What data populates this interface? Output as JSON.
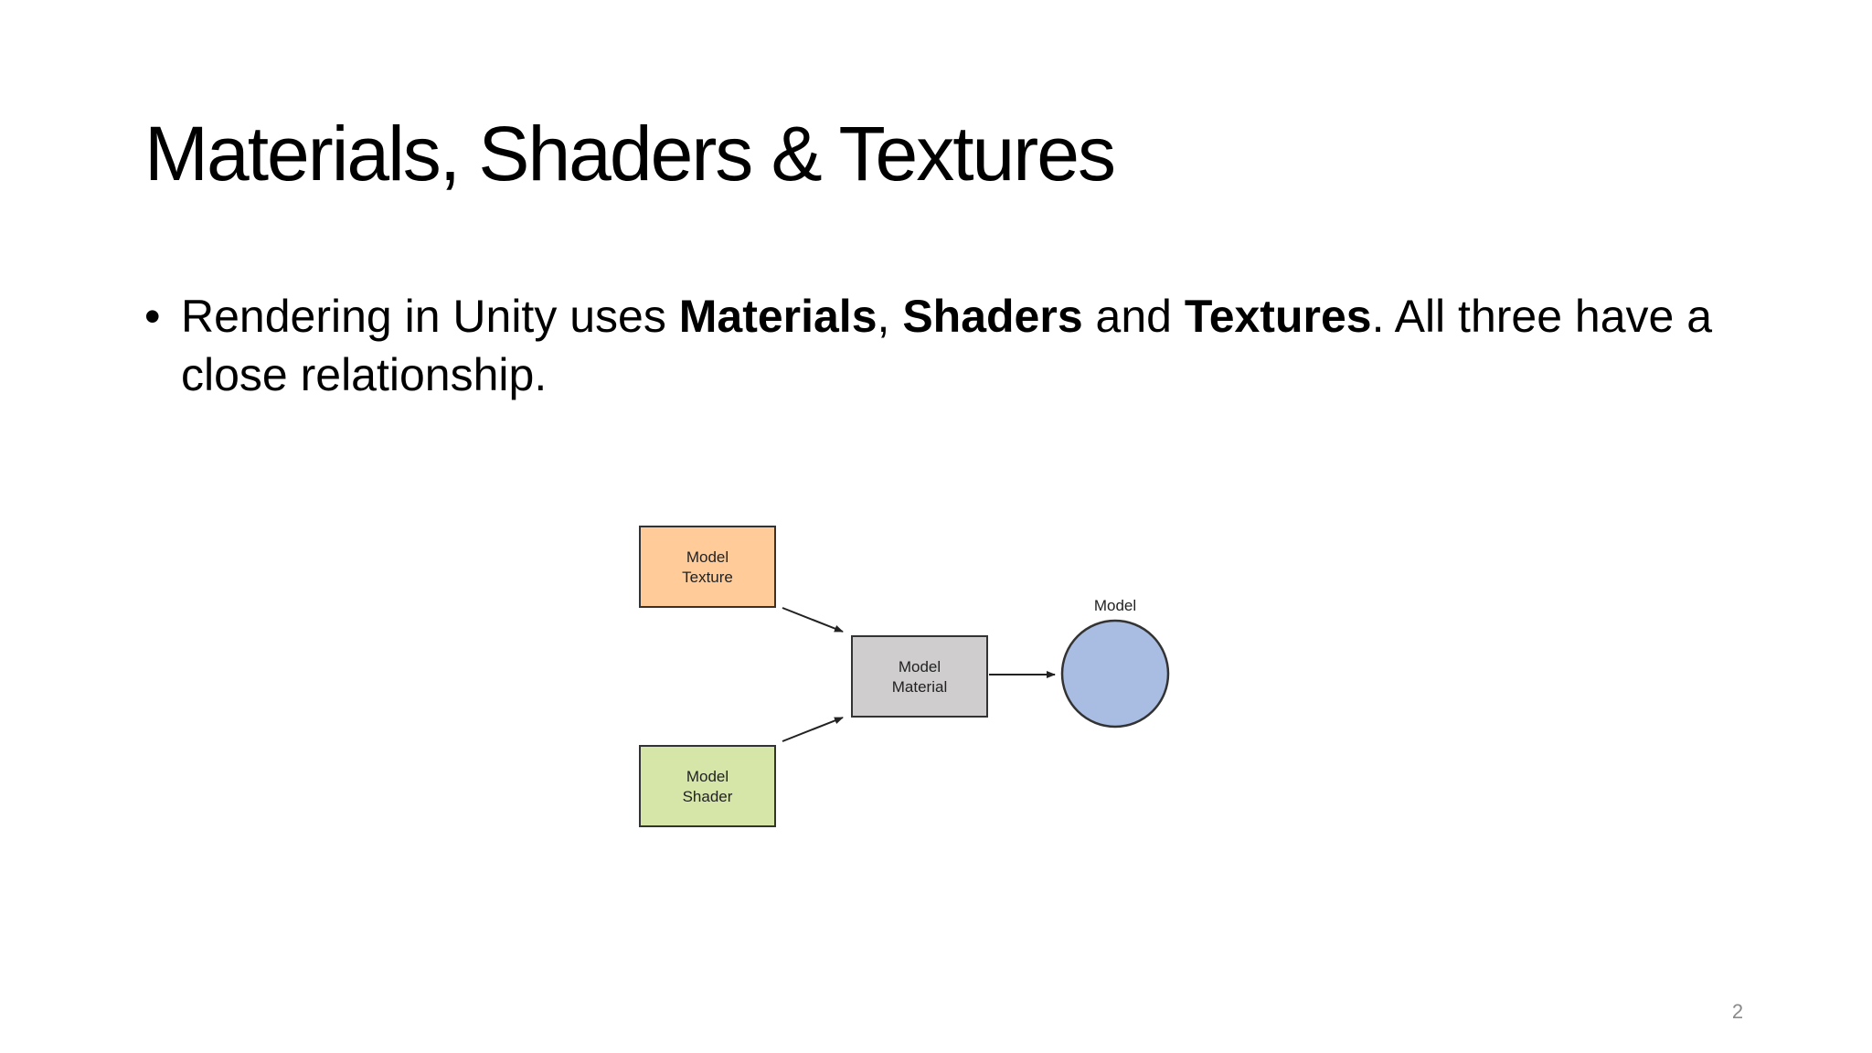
{
  "slide": {
    "title": "Materials, Shaders & Textures",
    "bullet": {
      "symbol": "•",
      "parts": {
        "p1": "Rendering in Unity uses ",
        "b1": "Materials",
        "p2": ", ",
        "b2": "Shaders",
        "p3": " and ",
        "b3": "Textures",
        "p4": ". All three have a close relationship."
      }
    },
    "page_number": "2"
  },
  "diagram": {
    "texture_node": {
      "line1": "Model",
      "line2": "Texture",
      "fill": "#ffcc99"
    },
    "shader_node": {
      "line1": "Model",
      "line2": "Shader",
      "fill": "#d6e6a8"
    },
    "material_node": {
      "line1": "Model",
      "line2": "Material",
      "fill": "#cfcdce"
    },
    "model_node": {
      "label": "Model",
      "fill": "#a9bde3"
    }
  }
}
